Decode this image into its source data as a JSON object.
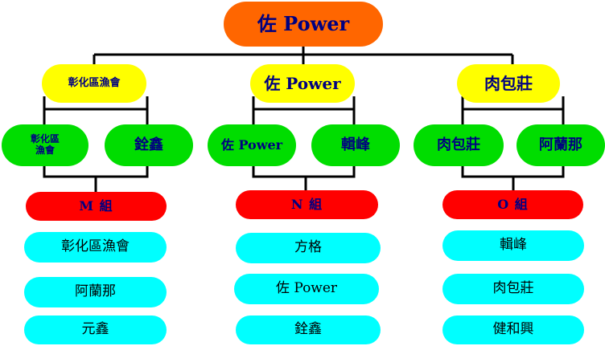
{
  "colors": {
    "root": "#ff6600",
    "semifinal": "#ffff00",
    "team": "#00dd00",
    "group_header": "#ff0000",
    "member": "#00ffff",
    "label_text": "#000080",
    "line": "#000000"
  },
  "root": {
    "label": "佐 Power"
  },
  "semifinals": [
    {
      "label": "彰化區漁會"
    },
    {
      "label": "佐 Power"
    },
    {
      "label": "肉包莊"
    }
  ],
  "teams": [
    {
      "label": "彰化區\n漁會"
    },
    {
      "label": "銓鑫"
    },
    {
      "label": "佐 Power"
    },
    {
      "label": "輯峰"
    },
    {
      "label": "肉包莊"
    },
    {
      "label": "阿蘭那"
    }
  ],
  "groups": [
    {
      "name": "M 組",
      "members": [
        "彰化區漁會",
        "阿蘭那",
        "元鑫"
      ]
    },
    {
      "name": "N 組",
      "members": [
        "方格",
        "佐 Power",
        "銓鑫"
      ]
    },
    {
      "name": "O 組",
      "members": [
        "輯峰",
        "肉包莊",
        "健和興"
      ]
    }
  ]
}
